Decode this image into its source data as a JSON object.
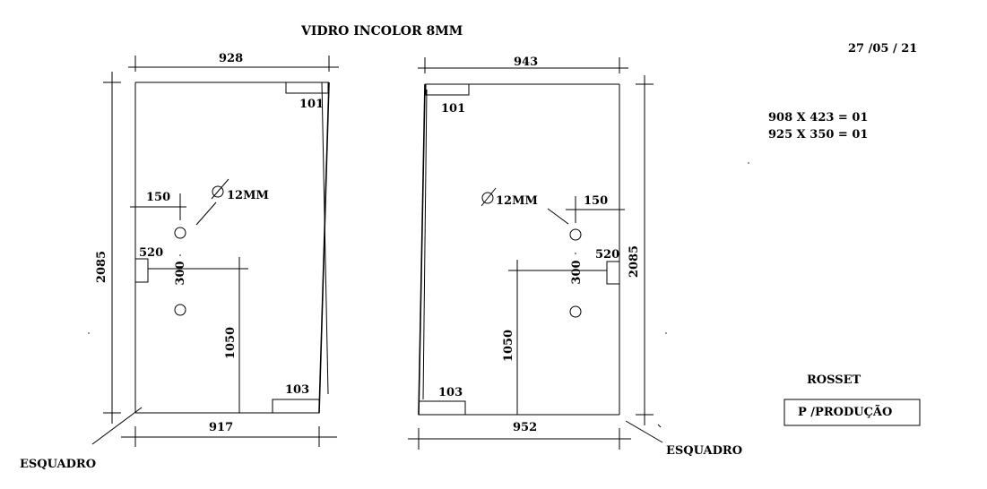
{
  "header": {
    "title": "VIDRO INCOLOR 8MM",
    "date": "27 /05 / 21"
  },
  "summary": [
    "908 X 423 = 01",
    "925 X 350 = 01"
  ],
  "client": "ROSSET",
  "stamp": "P /PRODUÇÃO",
  "left_panel": {
    "top_width": "928",
    "bottom_width": "917",
    "height": "2085",
    "top_corner": "101",
    "bottom_corner": "103",
    "hole_label": "12MM",
    "hole_offset": "150",
    "hole_spacing": "300",
    "edge_notch": "520",
    "hole_height": "1050",
    "square_label": "ESQUADRO"
  },
  "right_panel": {
    "top_width": "943",
    "bottom_width": "952",
    "height": "2085",
    "top_corner": "101",
    "bottom_corner": "103",
    "hole_label": "12MM",
    "hole_offset": "150",
    "hole_spacing": "300",
    "edge_notch": "520",
    "hole_height": "1050",
    "square_label": "ESQUADRO"
  }
}
